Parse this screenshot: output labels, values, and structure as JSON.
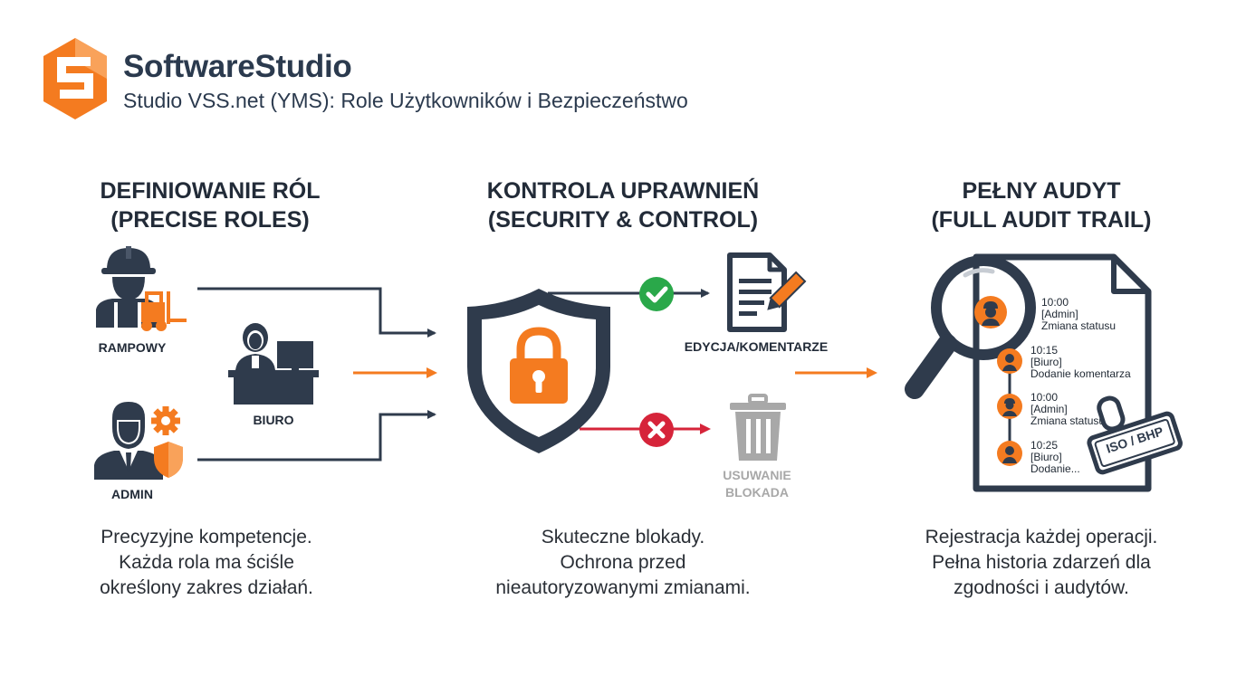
{
  "brand": {
    "name": "SoftwareStudio",
    "subtitle": "Studio VSS.net (YMS): Role Użytkowników i Bezpieczeństwo"
  },
  "columns": [
    {
      "heading_line1": "DEFINIOWANIE RÓL",
      "heading_line2": "(PRECISE ROLES)",
      "description": [
        "Precyzyjne kompetencje.",
        "Każda rola ma ściśle",
        "określony zakres działań."
      ]
    },
    {
      "heading_line1": "KONTROLA UPRAWNIEŃ",
      "heading_line2": "(SECURITY & CONTROL)",
      "description": [
        "Skuteczne blokady.",
        "Ochrona przed",
        "nieautoryzowanymi zmianami."
      ]
    },
    {
      "heading_line1": "PEŁNY AUDYT",
      "heading_line2": "(FULL AUDIT TRAIL)",
      "description": [
        "Rejestracja każdej operacji.",
        "Pełna historia zdarzeń dla",
        "zgodności i audytów."
      ]
    }
  ],
  "roles": {
    "rampowy": "RAMPOWY",
    "biuro": "BIURO",
    "admin": "ADMIN"
  },
  "permissions": {
    "allowed": "EDYCJA/KOMENTARZE",
    "blocked_line1": "USUWANIE",
    "blocked_line2": "BLOKADA"
  },
  "audit_log": [
    {
      "time": "10:00",
      "role": "[Admin]",
      "action": "Zmiana statusu"
    },
    {
      "time": "10:15",
      "role": "[Biuro]",
      "action": "Dodanie komentarza"
    },
    {
      "time": "10:00",
      "role": "[Admin]",
      "action": "Zmiana statusu"
    },
    {
      "time": "10:25",
      "role": "[Biuro]",
      "action": "Dodanie..."
    }
  ],
  "stamp": "ISO / BHP",
  "colors": {
    "navy": "#2f3b4c",
    "orange": "#f47b20",
    "green": "#2aa84a",
    "red": "#d6243a",
    "gray": "#a8a8a8"
  }
}
